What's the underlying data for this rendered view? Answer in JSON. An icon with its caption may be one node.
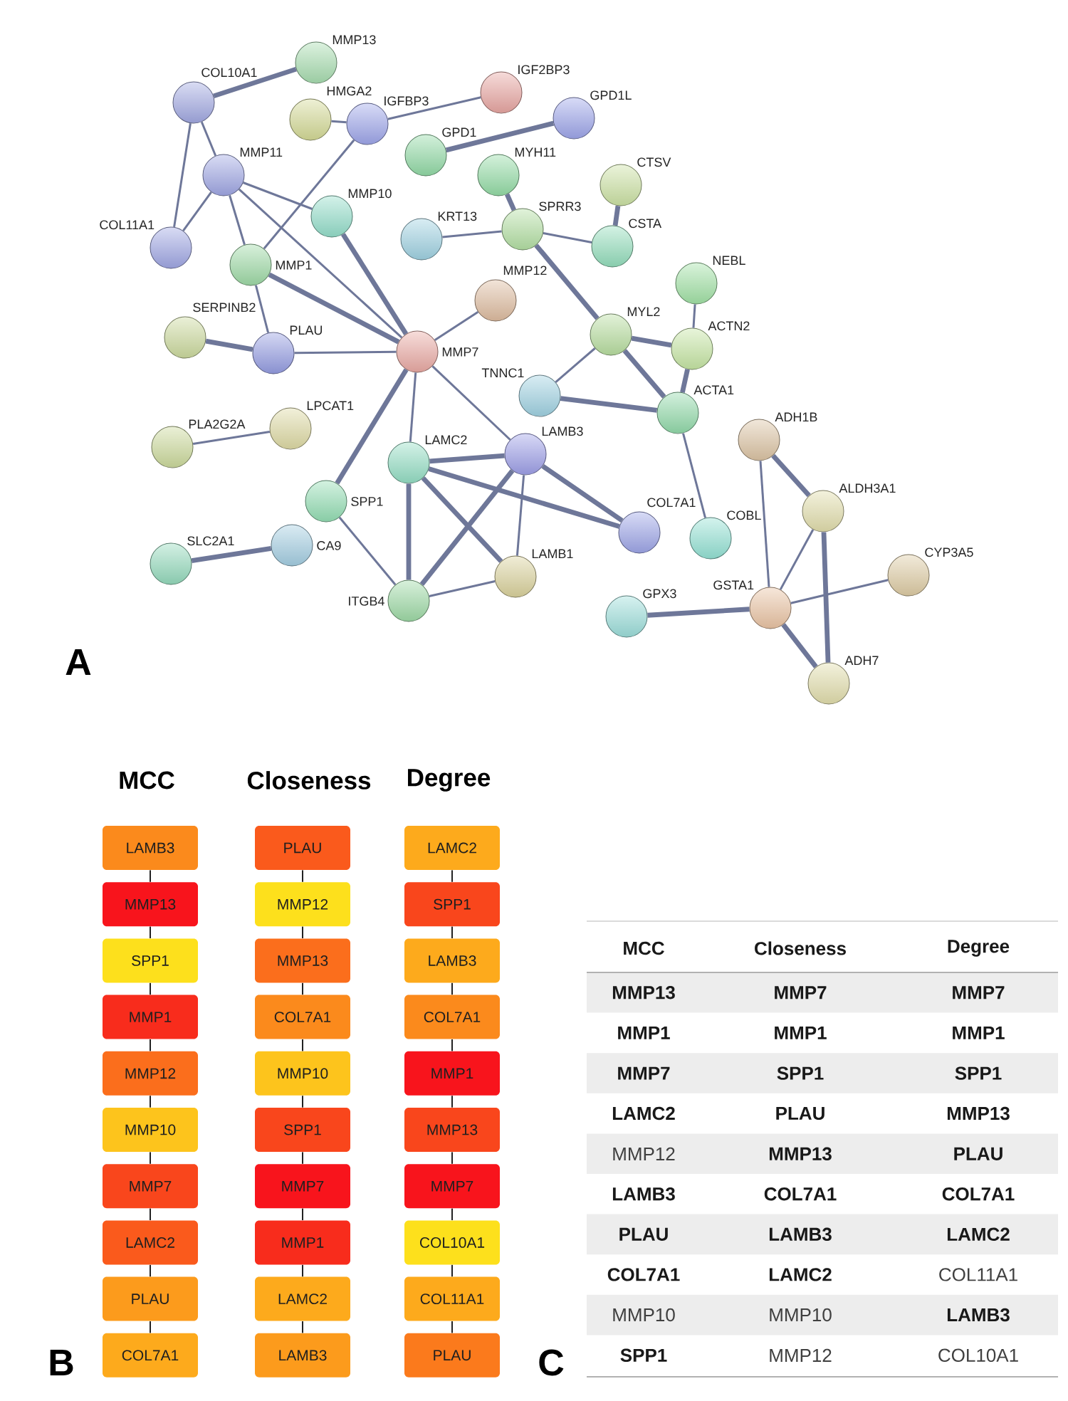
{
  "diagram": {
    "nodes": [
      {
        "text": [
          "MMP13"
        ]
      },
      {
        "text": [
          "IGF2BP3"
        ]
      },
      {
        "text": [
          "COL10A1"
        ]
      },
      {
        "text": [
          "GPD1L"
        ]
      },
      {
        "text": [
          "HMGA2"
        ]
      },
      {
        "text": [
          "IGFBP3"
        ]
      },
      {
        "text": [
          "GPD1"
        ]
      },
      {
        "text": [
          "MMP11"
        ]
      },
      {
        "text": [
          "MYH11"
        ]
      },
      {
        "text": [
          "CTSV"
        ]
      },
      {
        "text": [
          "MMP10"
        ]
      },
      {
        "text": [
          "SPRR3"
        ]
      },
      {
        "text": [
          "KRT13"
        ]
      },
      {
        "text": [
          "CSTA"
        ]
      },
      {
        "text": [
          "COL11A1"
        ]
      },
      {
        "text": [
          "MMP1"
        ]
      },
      {
        "text": [
          "NEBL"
        ]
      },
      {
        "text": [
          "MMP12"
        ]
      },
      {
        "text": [
          "MYL2"
        ]
      },
      {
        "text": [
          "SERPINB2"
        ]
      },
      {
        "text": [
          "ACTN2"
        ]
      },
      {
        "text": [
          "MMP7"
        ]
      },
      {
        "text": [
          "PLAU"
        ]
      },
      {
        "text": [
          "TNNC1"
        ]
      },
      {
        "text": [
          "ACTA1"
        ]
      },
      {
        "text": [
          "LPCAT1"
        ]
      },
      {
        "text": [
          "ADH1B"
        ]
      },
      {
        "text": [
          "PLA2G2A"
        ]
      },
      {
        "text": [
          "LAMB3"
        ]
      },
      {
        "text": [
          "LAMC2"
        ]
      },
      {
        "text": [
          "SPP1"
        ]
      },
      {
        "text": [
          "ALDH3A1"
        ]
      },
      {
        "text": [
          "COL7A1"
        ]
      },
      {
        "text": [
          "COBL"
        ]
      },
      {
        "text": [
          "CA9"
        ]
      },
      {
        "text": [
          "SLC2A1"
        ]
      },
      {
        "text": [
          "CYP3A5"
        ]
      },
      {
        "text": [
          "LAMB1"
        ]
      },
      {
        "text": [
          "ITGB4"
        ]
      },
      {
        "text": [
          "GSTA1"
        ]
      },
      {
        "text": [
          "GPX3"
        ]
      },
      {
        "text": [
          "ADH7"
        ]
      },
      {
        "text": [
          "LAMB3"
        ]
      },
      {
        "text": [
          "MMP13"
        ]
      },
      {
        "text": [
          "SPP1"
        ]
      },
      {
        "text": [
          "MMP1"
        ]
      },
      {
        "text": [
          "MMP12"
        ]
      },
      {
        "text": [
          "MMP10"
        ]
      },
      {
        "text": [
          "MMP7"
        ]
      },
      {
        "text": [
          "LAMC2"
        ]
      },
      {
        "text": [
          "PLAU"
        ]
      },
      {
        "text": [
          "COL7A1"
        ]
      },
      {
        "text": [
          "PLAU"
        ]
      },
      {
        "text": [
          "MMP12"
        ]
      },
      {
        "text": [
          "MMP13"
        ]
      },
      {
        "text": [
          "COL7A1"
        ]
      },
      {
        "text": [
          "MMP10"
        ]
      },
      {
        "text": [
          "SPP1"
        ]
      },
      {
        "text": [
          "MMP7"
        ]
      },
      {
        "text": [
          "MMP1"
        ]
      },
      {
        "text": [
          "LAMC2"
        ]
      },
      {
        "text": [
          "LAMB3"
        ]
      },
      {
        "text": [
          "LAMC2"
        ]
      },
      {
        "text": [
          "SPP1"
        ]
      },
      {
        "text": [
          "LAMB3"
        ]
      },
      {
        "text": [
          "COL7A1"
        ]
      },
      {
        "text": [
          "MMP1"
        ]
      },
      {
        "text": [
          "MMP13"
        ]
      },
      {
        "text": [
          "MMP7"
        ]
      },
      {
        "text": [
          "COL10A1"
        ]
      },
      {
        "text": [
          "COL11A1"
        ]
      },
      {
        "text": [
          "PLAU"
        ]
      }
    ],
    "edges": [
      {
        "from": 2,
        "to": 0,
        "arrow": "none",
        "style": "thick"
      },
      {
        "from": 2,
        "to": 7,
        "arrow": "none"
      },
      {
        "from": 2,
        "to": 14,
        "arrow": "none"
      },
      {
        "from": 4,
        "to": 5,
        "arrow": "none"
      },
      {
        "from": 5,
        "to": 1,
        "arrow": "none"
      },
      {
        "from": 6,
        "to": 3,
        "arrow": "none",
        "style": "thick"
      },
      {
        "from": 7,
        "to": 14,
        "arrow": "none"
      },
      {
        "from": 7,
        "to": 10,
        "arrow": "none"
      },
      {
        "from": 7,
        "to": 15,
        "arrow": "none"
      },
      {
        "from": 7,
        "to": 21,
        "arrow": "none"
      },
      {
        "from": 5,
        "to": 15,
        "arrow": "none"
      },
      {
        "from": 10,
        "to": 21,
        "arrow": "none",
        "style": "thick"
      },
      {
        "from": 15,
        "to": 21,
        "arrow": "none",
        "style": "thick"
      },
      {
        "from": 15,
        "to": 22,
        "arrow": "none"
      },
      {
        "from": 19,
        "to": 22,
        "arrow": "none",
        "style": "thick"
      },
      {
        "from": 22,
        "to": 21,
        "arrow": "none"
      },
      {
        "from": 17,
        "to": 21,
        "arrow": "none"
      },
      {
        "from": 12,
        "to": 11,
        "arrow": "none"
      },
      {
        "from": 8,
        "to": 11,
        "arrow": "none",
        "style": "thick"
      },
      {
        "from": 11,
        "to": 13,
        "arrow": "none"
      },
      {
        "from": 11,
        "to": 18,
        "arrow": "none",
        "style": "thick"
      },
      {
        "from": 9,
        "to": 13,
        "arrow": "none",
        "style": "thick"
      },
      {
        "from": 16,
        "to": 20,
        "arrow": "none"
      },
      {
        "from": 18,
        "to": 20,
        "arrow": "none",
        "style": "thick"
      },
      {
        "from": 18,
        "to": 23,
        "arrow": "none"
      },
      {
        "from": 18,
        "to": 24,
        "arrow": "none",
        "style": "thick"
      },
      {
        "from": 20,
        "to": 24,
        "arrow": "none",
        "style": "thick"
      },
      {
        "from": 23,
        "to": 24,
        "arrow": "none",
        "style": "thick"
      },
      {
        "from": 24,
        "to": 33,
        "arrow": "none"
      },
      {
        "from": 21,
        "to": 30,
        "arrow": "none",
        "style": "thick"
      },
      {
        "from": 21,
        "to": 29,
        "arrow": "none"
      },
      {
        "from": 21,
        "to": 28,
        "arrow": "none"
      },
      {
        "from": 27,
        "to": 25,
        "arrow": "none"
      },
      {
        "from": 29,
        "to": 28,
        "arrow": "none",
        "style": "thick"
      },
      {
        "from": 29,
        "to": 38,
        "arrow": "none",
        "style": "thick"
      },
      {
        "from": 29,
        "to": 37,
        "arrow": "none",
        "style": "thick"
      },
      {
        "from": 29,
        "to": 32,
        "arrow": "none",
        "style": "thick"
      },
      {
        "from": 28,
        "to": 38,
        "arrow": "none",
        "style": "thick"
      },
      {
        "from": 28,
        "to": 37,
        "arrow": "none"
      },
      {
        "from": 28,
        "to": 32,
        "arrow": "none",
        "style": "thick"
      },
      {
        "from": 30,
        "to": 38,
        "arrow": "none"
      },
      {
        "from": 35,
        "to": 34,
        "arrow": "none",
        "style": "thick"
      },
      {
        "from": 38,
        "to": 37,
        "arrow": "none"
      },
      {
        "from": 26,
        "to": 39,
        "arrow": "none"
      },
      {
        "from": 26,
        "to": 31,
        "arrow": "none",
        "style": "thick"
      },
      {
        "from": 31,
        "to": 39,
        "arrow": "none"
      },
      {
        "from": 31,
        "to": 41,
        "arrow": "none",
        "style": "thick"
      },
      {
        "from": 39,
        "to": 36,
        "arrow": "none"
      },
      {
        "from": 40,
        "to": 39,
        "arrow": "none",
        "style": "thick"
      },
      {
        "from": 39,
        "to": 41,
        "arrow": "none",
        "style": "thick"
      },
      {
        "from": 42,
        "to": 43,
        "arrow": "none",
        "color": "#222222"
      },
      {
        "from": 43,
        "to": 44,
        "arrow": "none",
        "color": "#222222"
      },
      {
        "from": 44,
        "to": 45,
        "arrow": "none",
        "color": "#222222"
      },
      {
        "from": 45,
        "to": 46,
        "arrow": "none",
        "color": "#222222"
      },
      {
        "from": 46,
        "to": 47,
        "arrow": "none",
        "color": "#222222"
      },
      {
        "from": 47,
        "to": 48,
        "arrow": "none",
        "color": "#222222"
      },
      {
        "from": 48,
        "to": 49,
        "arrow": "none",
        "color": "#222222"
      },
      {
        "from": 49,
        "to": 50,
        "arrow": "none",
        "color": "#222222"
      },
      {
        "from": 50,
        "to": 51,
        "arrow": "none",
        "color": "#222222"
      },
      {
        "from": 52,
        "to": 53,
        "arrow": "none",
        "color": "#222222"
      },
      {
        "from": 53,
        "to": 54,
        "arrow": "none",
        "color": "#222222"
      },
      {
        "from": 54,
        "to": 55,
        "arrow": "none",
        "color": "#222222"
      },
      {
        "from": 55,
        "to": 56,
        "arrow": "none",
        "color": "#222222"
      },
      {
        "from": 56,
        "to": 57,
        "arrow": "none",
        "color": "#222222"
      },
      {
        "from": 57,
        "to": 58,
        "arrow": "none",
        "color": "#222222"
      },
      {
        "from": 58,
        "to": 59,
        "arrow": "none",
        "color": "#222222"
      },
      {
        "from": 59,
        "to": 60,
        "arrow": "none",
        "color": "#222222"
      },
      {
        "from": 60,
        "to": 61,
        "arrow": "none",
        "color": "#222222"
      },
      {
        "from": 62,
        "to": 63,
        "arrow": "none",
        "color": "#222222"
      },
      {
        "from": 63,
        "to": 64,
        "arrow": "none",
        "color": "#222222"
      },
      {
        "from": 64,
        "to": 65,
        "arrow": "none",
        "color": "#222222"
      },
      {
        "from": 65,
        "to": 66,
        "arrow": "none",
        "color": "#222222"
      },
      {
        "from": 66,
        "to": 67,
        "arrow": "none",
        "color": "#222222"
      },
      {
        "from": 67,
        "to": 68,
        "arrow": "none",
        "color": "#222222"
      },
      {
        "from": 68,
        "to": 69,
        "arrow": "none",
        "color": "#222222"
      },
      {
        "from": 69,
        "to": 70,
        "arrow": "none",
        "color": "#222222"
      },
      {
        "from": 70,
        "to": 71,
        "arrow": "none",
        "color": "#222222"
      }
    ],
    "labels": [
      "A",
      "MCC",
      "Closeness",
      "Degree",
      "MCC",
      "Closeness",
      "Degree",
      "MMP13",
      "MMP7",
      "MMP7",
      "MMP1",
      "MMP1",
      "MMP1",
      "MMP7",
      "SPP1",
      "SPP1",
      "LAMC2",
      "PLAU",
      "MMP13",
      "MMP12",
      "MMP13",
      "PLAU",
      "LAMB3",
      "COL7A1",
      "COL7A1",
      "PLAU",
      "LAMB3",
      "LAMC2",
      "COL7A1",
      "LAMC2",
      "COL11A1",
      "MMP10",
      "MMP10",
      "LAMB3",
      "SPP1",
      "MMP12",
      "COL10A1",
      "B",
      "C"
    ]
  }
}
